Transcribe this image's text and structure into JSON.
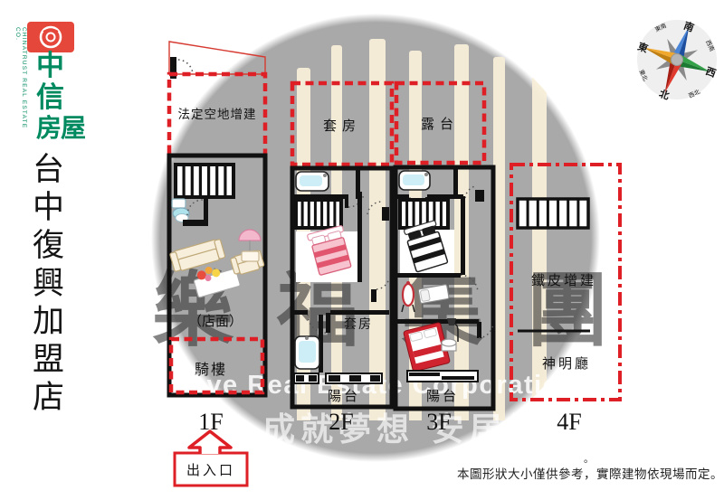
{
  "brand": {
    "logo_zh_1": "中",
    "logo_zh_2": "信",
    "logo_zh_3": "房屋",
    "logo_en": "CHINATRUST REAL ESTATE CO.",
    "store_name": "台中復興加盟店"
  },
  "floors": {
    "f1": {
      "label": "1F",
      "open_space": "法定空地增建",
      "storefront": "（店面）",
      "arcade": "騎樓"
    },
    "f2": {
      "label": "2F",
      "suite_top": "套房",
      "suite": "套房",
      "balcony": "陽台"
    },
    "f3": {
      "label": "3F",
      "terrace": "露台",
      "balcony": "陽台"
    },
    "f4": {
      "label": "4F",
      "metal_addition": "鐵皮增建",
      "shrine_hall": "神明廳"
    }
  },
  "entrance": {
    "label": "出入口"
  },
  "compass": {
    "n": "北",
    "s": "南",
    "e": "東",
    "w": "西",
    "ne": "東北",
    "nw": "西北",
    "se": "東南",
    "sw": "西南"
  },
  "watermark": {
    "company": "樂福集團",
    "company_en": "Love Real Estate Corporation",
    "slogan": "成就夢想 安居樂福"
  },
  "disclaimer": {
    "text": "本圖形狀大小僅供參考，實際建物依現場而定。",
    "mark": "。"
  },
  "colors": {
    "dashed_red": "#de1f26",
    "logo_red": "#e5473b",
    "logo_green": "#008a60",
    "wall_black": "#111111",
    "watermark_gray": "#a9a9a9",
    "bar_beige": "#f8eed8"
  }
}
